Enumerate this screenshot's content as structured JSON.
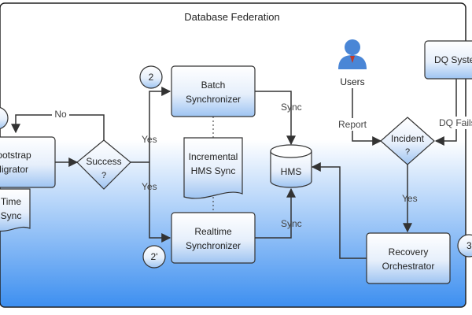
{
  "diagram": {
    "title": "Database Federation",
    "nodes": {
      "step1_marker": "",
      "bootstrap_line1": "Bootstrap",
      "bootstrap_line2": "Migrator",
      "success_line1": "Success",
      "success_line2": "?",
      "onetime_line1": "Time",
      "onetime_line2": "Sync",
      "step2_marker": "2",
      "batch_line1": "Batch",
      "batch_line2": "Synchronizer",
      "incremental_line1": "Incremental",
      "incremental_line2": "HMS Sync",
      "realtime_line1": "Realtime",
      "realtime_line2": "Synchronizer",
      "step2p_marker": "2'",
      "hms": "HMS",
      "users": "Users",
      "incident_line1": "Incident",
      "incident_line2": "?",
      "dq_system": "DQ System",
      "recovery_line1": "Recovery",
      "recovery_line2": "Orchestrator",
      "step3_marker": "3"
    },
    "edges": {
      "no": "No",
      "yes_top": "Yes",
      "yes_bottom": "Yes",
      "sync_top": "Sync",
      "sync_bottom": "Sync",
      "report": "Report",
      "dq_fails": "DQ Fails",
      "yes_incident": "Yes"
    },
    "colors": {
      "background_top": "#ffffff",
      "background_bottom": "#3d8ff0",
      "node_top": "#ffffff",
      "node_bottom": "#9ec4f2",
      "stroke": "#333333",
      "user_icon": "#4a86d6"
    }
  }
}
